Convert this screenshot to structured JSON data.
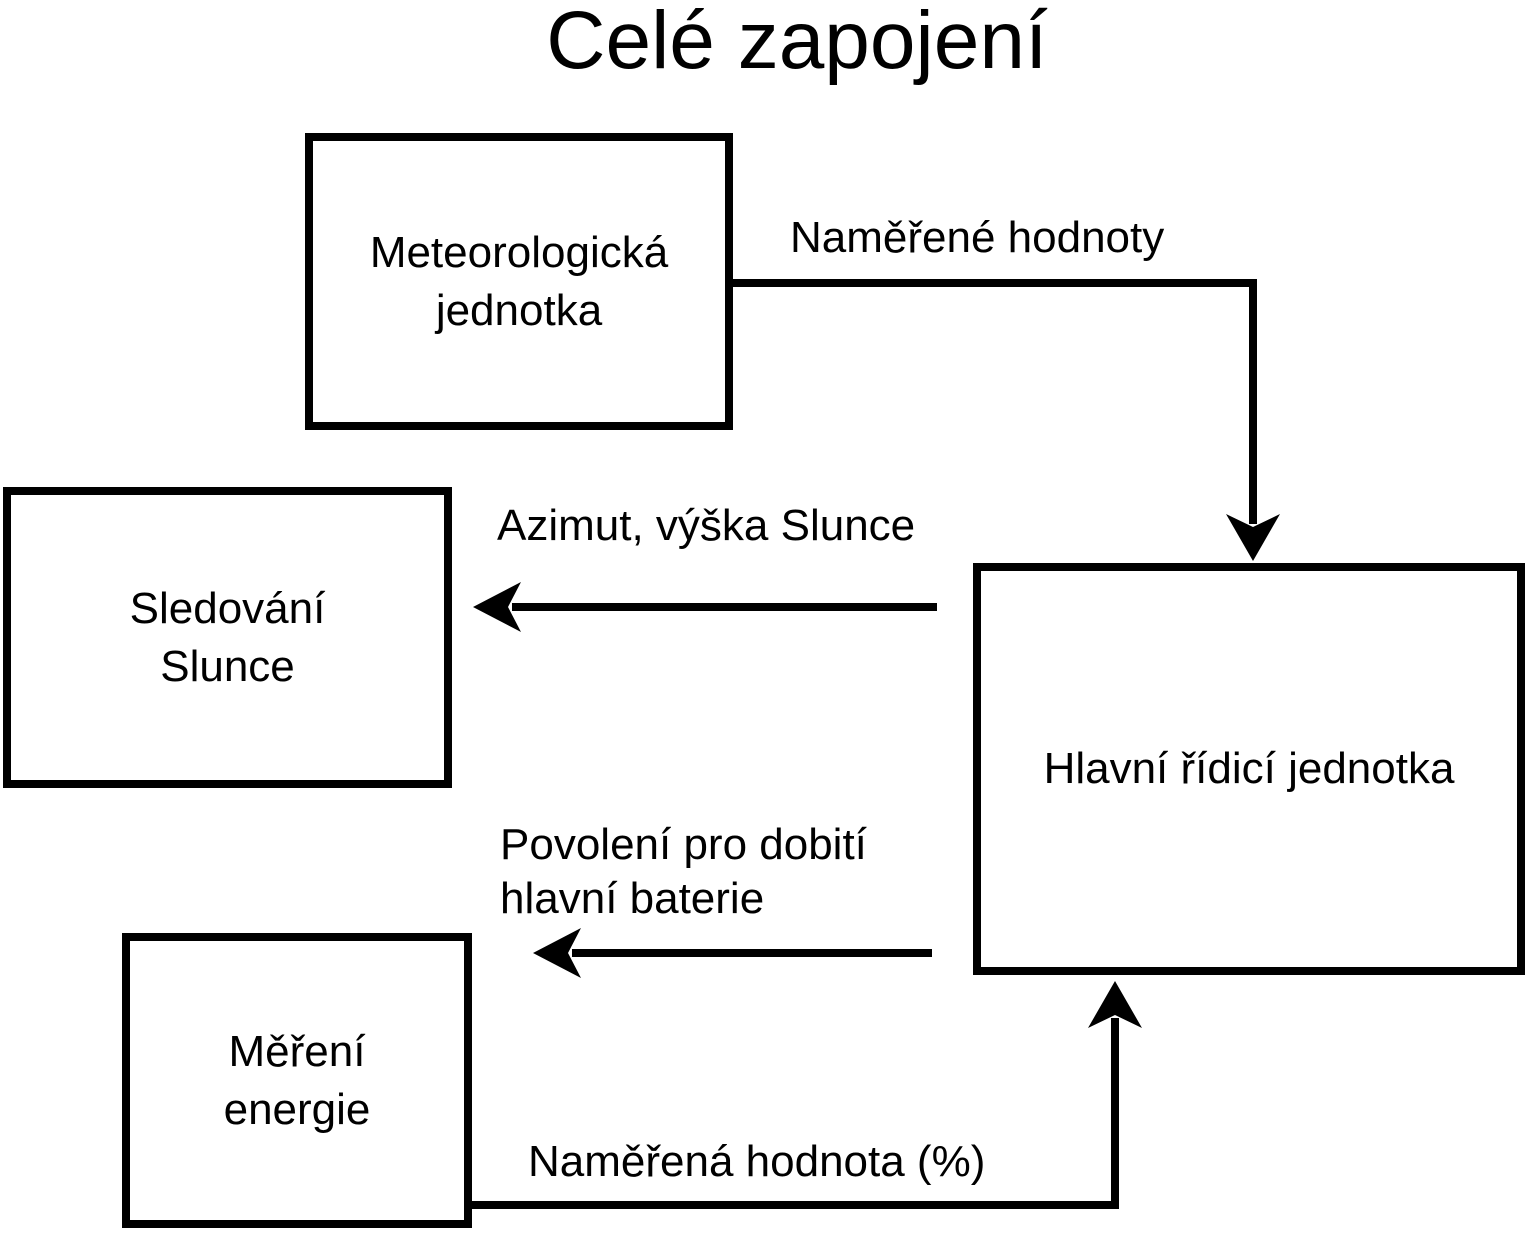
{
  "title": "Celé zapojení",
  "colors": {
    "line": "#000000",
    "text": "#000000",
    "background": "#ffffff"
  },
  "nodes": {
    "meteo": {
      "line1": "Meteorologická",
      "line2": "jednotka"
    },
    "sun_tracking": {
      "line1": "Sledování",
      "line2": "Slunce"
    },
    "energy": {
      "line1": "Měření",
      "line2": "energie"
    },
    "main_unit": {
      "label": "Hlavní řídicí jednotka"
    }
  },
  "edges": {
    "measured_values": {
      "label": "Naměřené hodnoty",
      "from": "meteo",
      "to": "main_unit"
    },
    "azimuth": {
      "label": "Azimut, výška Slunce",
      "from": "main_unit",
      "to": "sun_tracking"
    },
    "charge_permission": {
      "line1": "Povolení pro dobití",
      "line2": "hlavní baterie",
      "from": "main_unit",
      "to": "left"
    },
    "measured_percent": {
      "label": "Naměřená hodnota (%)",
      "from": "energy",
      "to": "main_unit"
    }
  }
}
